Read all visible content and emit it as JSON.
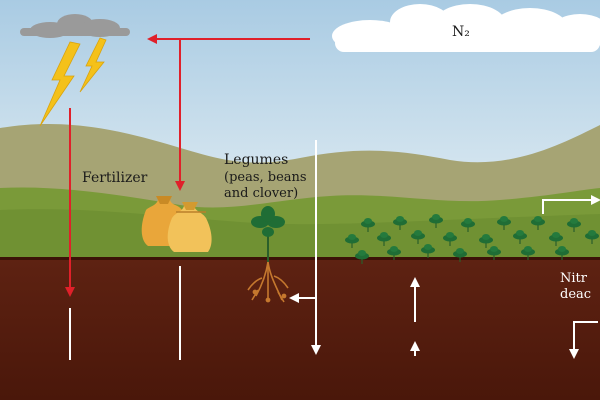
{
  "labels": {
    "n2": "N₂",
    "fertilizer": "Fertilizer",
    "legumes_title": "Legumes",
    "legumes_line2": "(peas, beans",
    "legumes_line3": "and clover)",
    "nitr_partial": "Nitr",
    "dead_partial": "deac"
  },
  "colors": {
    "sky_top": "#a9cbe3",
    "sky_bottom": "#e8f1f5",
    "hill_back": "#a9a677",
    "hill_front": "#7b9a3a",
    "soil": "#5a1d0f",
    "arrow_red": "#e0202a",
    "arrow_white": "#ffffff",
    "lightning": "#f4c11a",
    "sack": "#f0b040",
    "plant": "#1f6d35"
  },
  "icons": [
    "storm-cloud-icon",
    "lightning-icon",
    "cloud-icon",
    "fertilizer-sack-icon",
    "legume-plant-icon",
    "root-icon",
    "crop-plant-icon"
  ]
}
